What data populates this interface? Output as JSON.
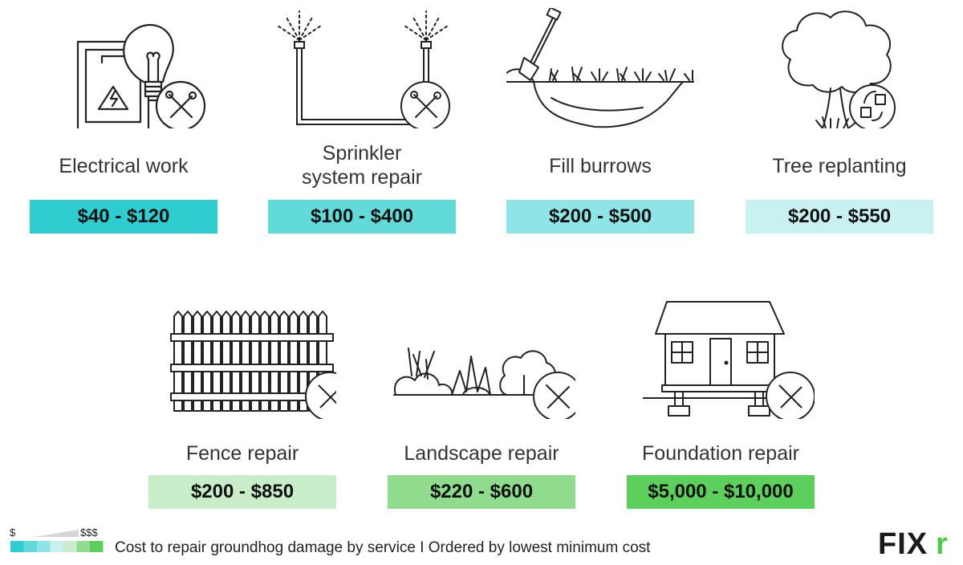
{
  "chart_data": {
    "type": "table",
    "categories": [
      "Electrical work",
      "Sprinkler\nsystem repair",
      "Fill burrows",
      "Tree replanting",
      "Fence repair",
      "Landscape repair",
      "Foundation repair"
    ],
    "series": [
      {
        "name": "",
        "values": [
          [
            40,
            120
          ],
          [
            100,
            400
          ],
          [
            200,
            500
          ],
          [
            200,
            550
          ],
          [
            200,
            850
          ],
          [
            220,
            600
          ],
          [
            5000,
            10000
          ]
        ]
      }
    ],
    "price_labels": [
      "$40 - $120",
      "$100 - $400",
      "$200 - $500",
      "$200 - $550",
      "$200 - $850",
      "$220 - $600",
      "$5,000 - $10,000"
    ],
    "title": "Cost to repair groundhog damage by service I Ordered by lowest minimum cost",
    "legend": {
      "low_label": "$",
      "high_label": "$$$"
    }
  },
  "colors": {
    "scale": [
      "#2fcdd0",
      "#63dada",
      "#8fe5e5",
      "#c9f1f1",
      "#c8edc8",
      "#8fdc8f",
      "#5ccf5c"
    ],
    "logo": "#1a1a1a",
    "logo_accent": "#4bc94b"
  },
  "icons": [
    "electrical-icon",
    "sprinkler-icon",
    "burrow-icon",
    "tree-icon",
    "fence-icon",
    "landscape-icon",
    "house-icon"
  ],
  "brand": {
    "logo_text": "FIX",
    "logo_accent_text": "r"
  }
}
